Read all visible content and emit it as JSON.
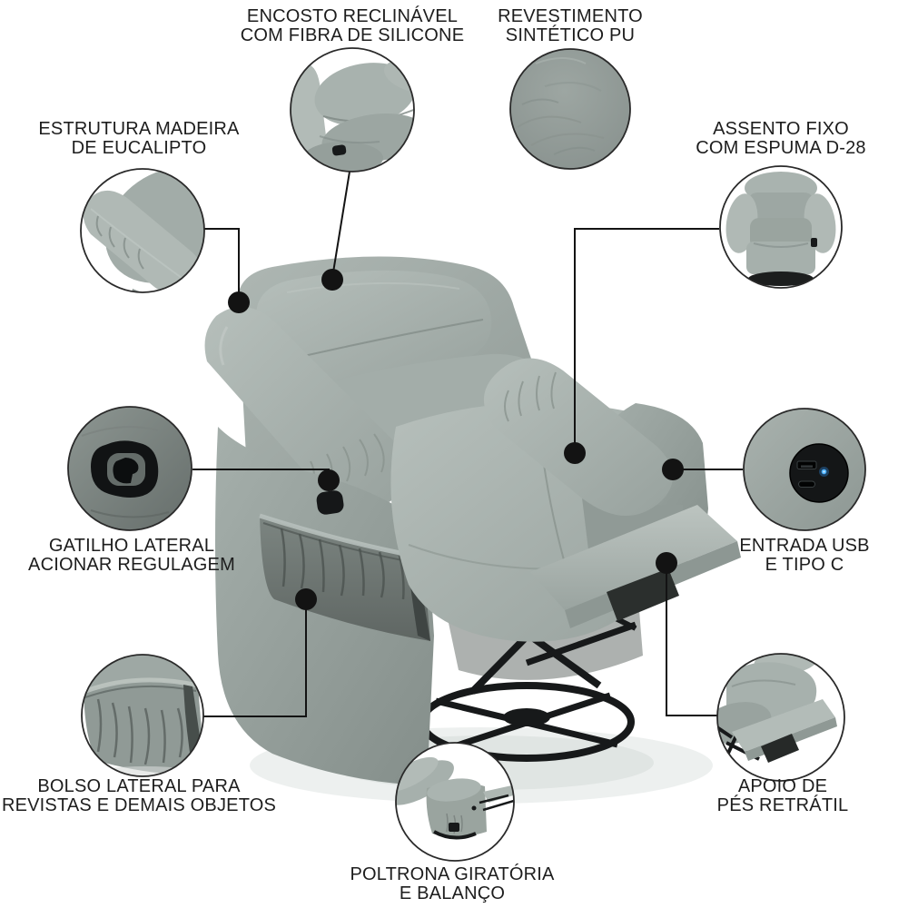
{
  "colors": {
    "background": "#ffffff",
    "text-color": "#1d1d1d",
    "line-color": "#131313",
    "circle-stroke": "#2a2a2a",
    "chair-base": "#a0aaa6",
    "chair-light": "#b4bdb9",
    "chair-dark": "#7f8985",
    "pocket-dark": "#616966",
    "mechanism-black": "#17191a",
    "led-blue": "#4db2ff"
  },
  "callouts": {
    "encosto": {
      "line1": "ENCOSTO RECLINÁVEL",
      "line2": "COM FIBRA DE SILICONE"
    },
    "revestimento": {
      "line1": "REVESTIMENTO",
      "line2": "SINTÉTICO PU"
    },
    "estrutura": {
      "line1": "ESTRUTURA MADEIRA",
      "line2": "DE EUCALIPTO"
    },
    "assento": {
      "line1": "ASSENTO FIXO",
      "line2": "COM ESPUMA D-28"
    },
    "gatilho": {
      "line1": "GATILHO LATERAL",
      "line2": "ACIONAR REGULAGEM"
    },
    "usb": {
      "line1": "ENTRADA USB",
      "line2": "E TIPO C"
    },
    "bolso": {
      "line1": "BOLSO LATERAL PARA",
      "line2": "REVISTAS E DEMAIS OBJETOS"
    },
    "apoio": {
      "line1": "APOIO DE",
      "line2": "PÉS RETRÁTIL"
    },
    "giratoria": {
      "line1": "POLTRONA GIRATÓRIA",
      "line2": "E BALANÇO"
    }
  }
}
